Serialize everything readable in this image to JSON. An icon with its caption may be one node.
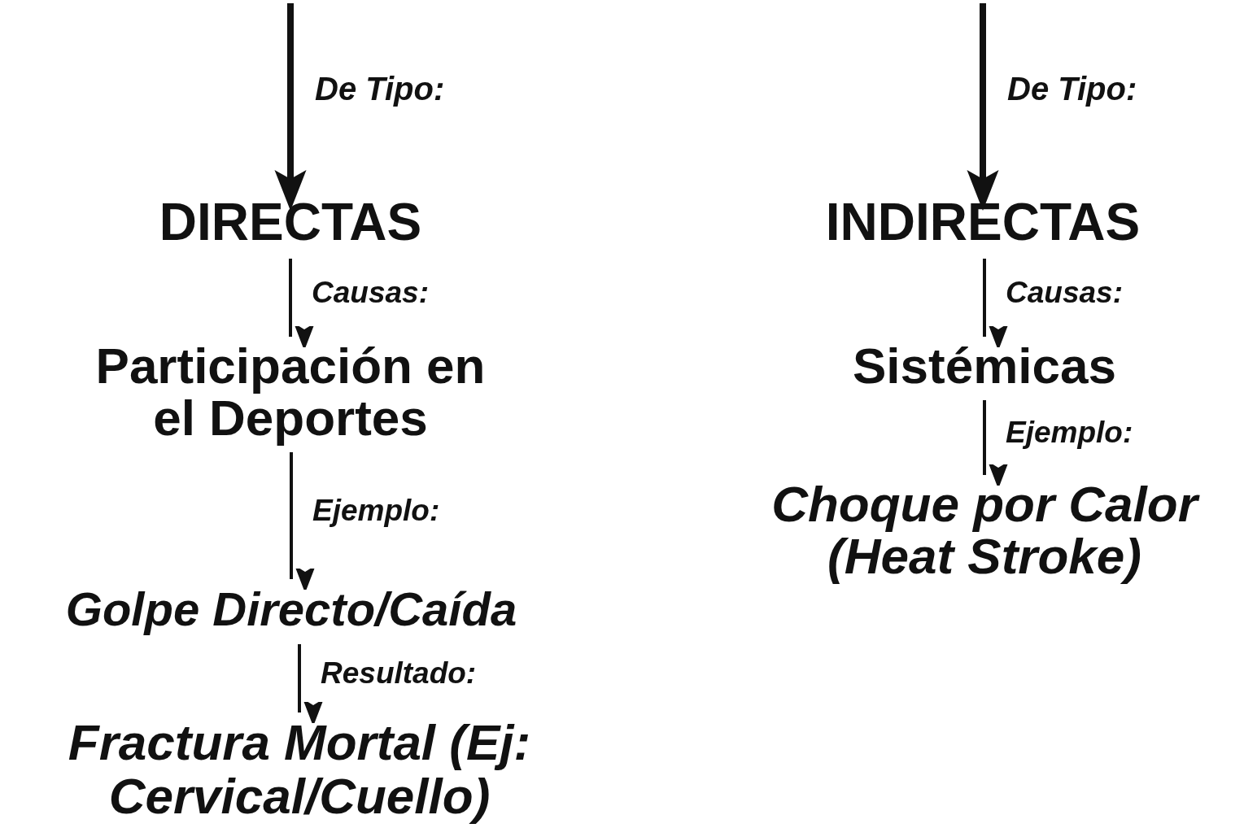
{
  "diagram": {
    "nodes": [
      {
        "text": [
          "DIRECTAS"
        ]
      },
      {
        "text": [
          "Participación en el Deportes"
        ]
      },
      {
        "text": [
          "Golpe Directo/Caída"
        ]
      },
      {
        "text": [
          "Fractura Mortal (Ej: Cervical/Cuello)"
        ]
      },
      {
        "text": [
          "INDIRECTAS"
        ]
      },
      {
        "text": [
          "Sistémicas"
        ]
      },
      {
        "text": [
          "Choque por Calor (Heat Stroke)"
        ]
      }
    ],
    "edges": [
      {
        "from": null,
        "to": 0,
        "arrow": "to",
        "label": "De Tipo:",
        "style": "thick"
      },
      {
        "from": 0,
        "to": 1,
        "arrow": "to",
        "label": "Causas:"
      },
      {
        "from": 1,
        "to": 2,
        "arrow": "to",
        "label": "Ejemplo:"
      },
      {
        "from": 2,
        "to": 3,
        "arrow": "to",
        "label": "Resultado:"
      },
      {
        "from": null,
        "to": 4,
        "arrow": "to",
        "label": "De Tipo:",
        "style": "thick"
      },
      {
        "from": 4,
        "to": 5,
        "arrow": "to",
        "label": "Causas:"
      },
      {
        "from": 5,
        "to": 6,
        "arrow": "to",
        "label": "Ejemplo:"
      }
    ]
  }
}
